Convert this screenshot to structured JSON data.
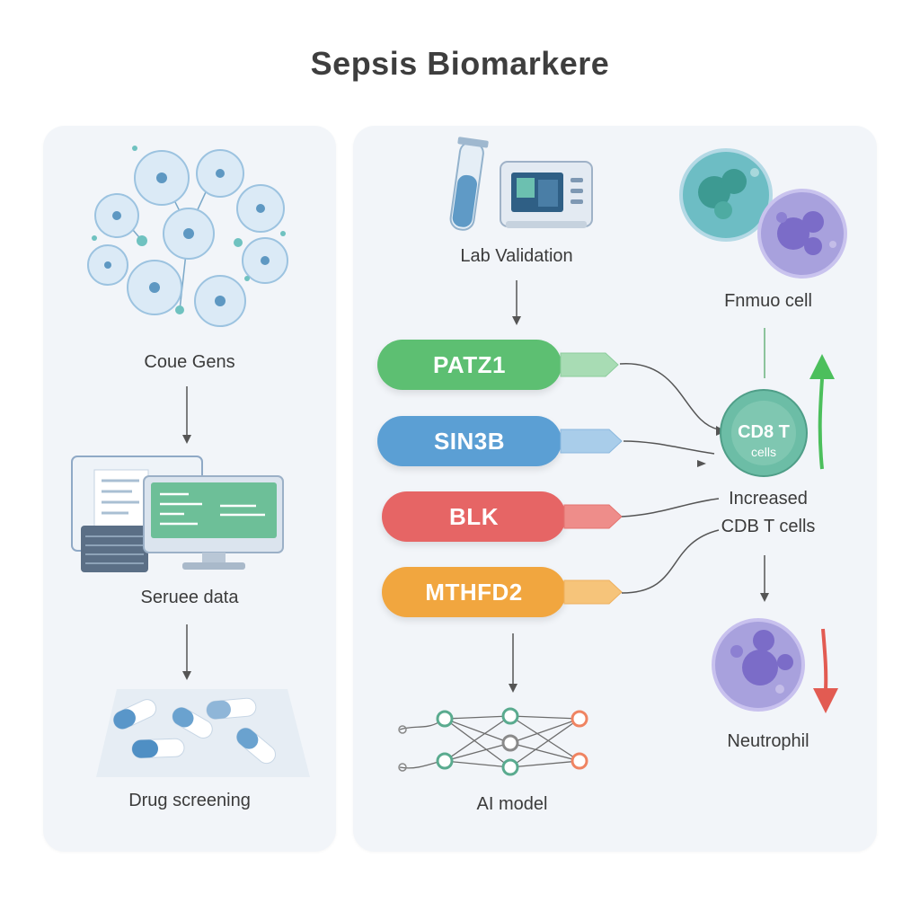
{
  "title": "Sepsis Biomarkere",
  "left_panel": {
    "step1_label": "Coue Gens",
    "step2_label": "Seruee data",
    "step3_label": "Drug screening"
  },
  "center": {
    "top_label": "Lab Validation",
    "bottom_label": "AI model",
    "genes": [
      {
        "label": "PATZ1",
        "color": "#5dbf72"
      },
      {
        "label": "SIN3B",
        "color": "#5b9fd4"
      },
      {
        "label": "BLK",
        "color": "#e66565"
      },
      {
        "label": "MTHFD2",
        "color": "#f1a63f"
      }
    ]
  },
  "right": {
    "top_cell_label": "Fnmuo cell",
    "cd8_cell_text_line1": "CD8 T",
    "cd8_cell_text_line2": "cells",
    "increased_line1": "Increased",
    "increased_line2": "CDB T cells",
    "neutrophil_label": "Neutrophil",
    "up_arrow_color": "#4cbf5c",
    "down_arrow_color": "#e25b52"
  }
}
